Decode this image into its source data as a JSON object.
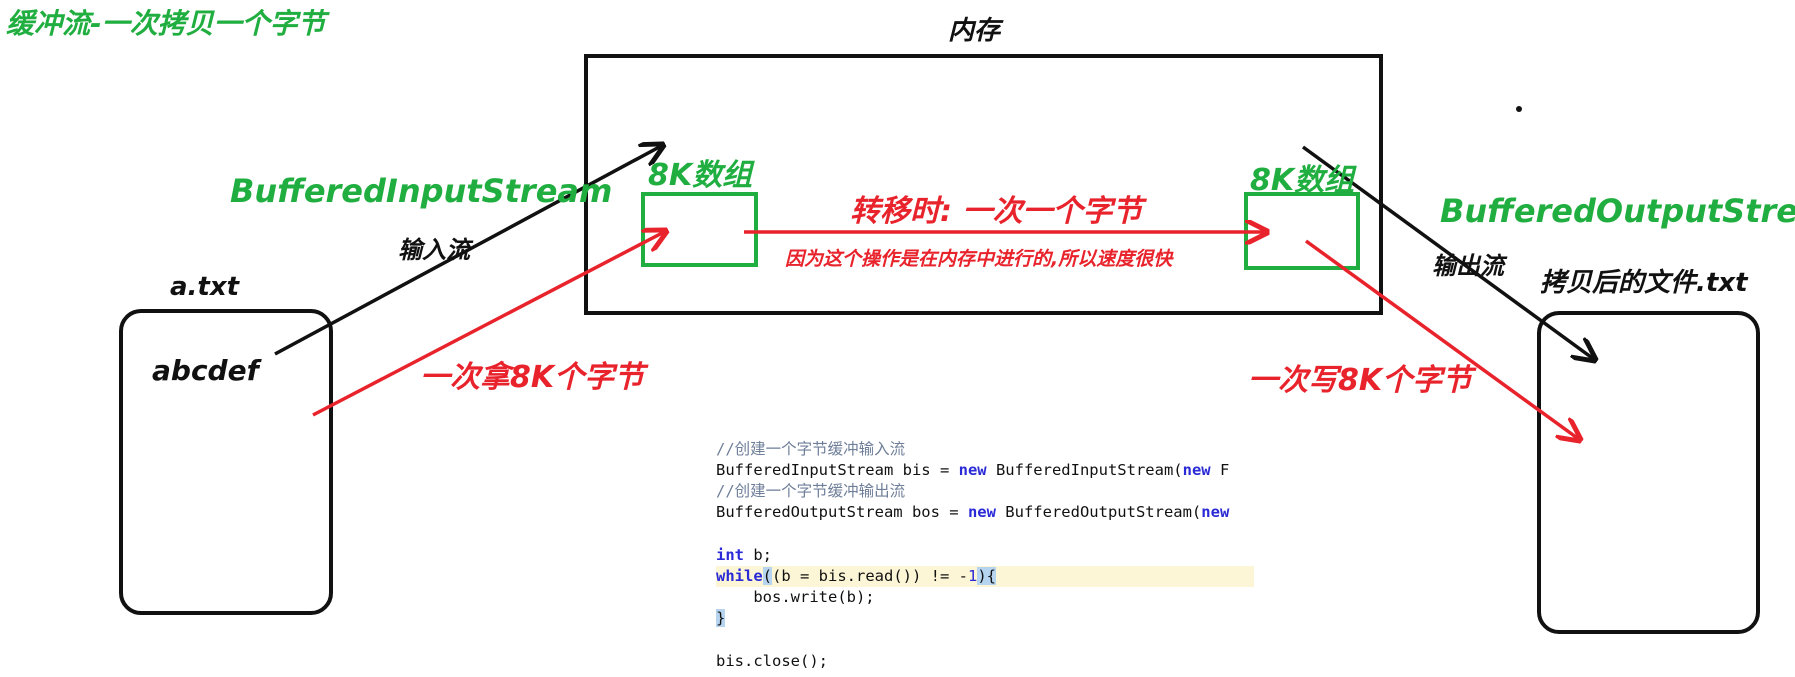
{
  "title": "缓冲流-一次拷贝一个字节",
  "memory_label": "内存",
  "input_stream_label": "BufferedInputStream",
  "output_stream_label": "BufferedOutputStream",
  "input_flow_label": "输入流",
  "output_flow_label": "输出流",
  "array_left_label": "8K数组",
  "array_right_label": "8K数组",
  "transfer_label": "转移时: 一次一个字节",
  "reason_label": "因为这个操作是在内存中进行的,所以速度很快",
  "read_label": "一次拿8K个字节",
  "write_label": "一次写8K个字节",
  "source_file": {
    "name": "a.txt",
    "content": "abcdef"
  },
  "dest_file": {
    "name": "拷贝后的文件.txt"
  },
  "colors": {
    "green": "#1fae3f",
    "red": "#e8232c",
    "black": "#111111"
  },
  "code": {
    "c1": "//创建一个字节缓冲输入流",
    "l2a": "BufferedInputStream bis = ",
    "l2kw": "new",
    "l2b": " BufferedInputStream(",
    "l2kw2": "new",
    "l2c": " F",
    "c3": "//创建一个字节缓冲输出流",
    "l4a": "BufferedOutputStream bos = ",
    "l4kw": "new",
    "l4b": " BufferedOutputStream(",
    "l4kw2": "new",
    "l6kw": "int",
    "l6b": " b;",
    "l7kw": "while",
    "l7open": "(",
    "l7b": "(b = bis.read()) != -",
    "l7num": "1",
    "l7close": ")",
    "l7brace": "{",
    "l8": "    bos.write(b);",
    "l9": "}",
    "l11": "bis.close();"
  }
}
